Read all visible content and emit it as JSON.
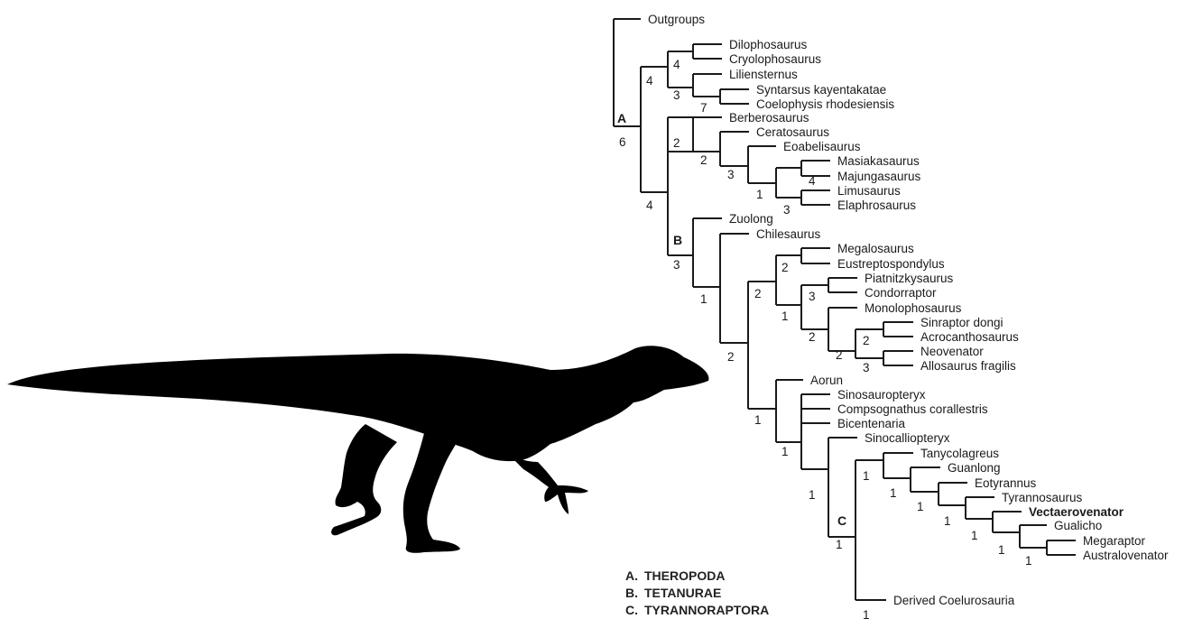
{
  "taxa": {
    "outgroups": "Outgroups",
    "dilophosaurus": "Dilophosaurus",
    "cryolophosaurus": "Cryolophosaurus",
    "liliensternus": "Liliensternus",
    "syntarsus": "Syntarsus kayentakatae",
    "coelophysis": "Coelophysis rhodesiensis",
    "berberosaurus": "Berberosaurus",
    "ceratosaurus": "Ceratosaurus",
    "eoabelisaurus": "Eoabelisaurus",
    "masiakasaurus": "Masiakasaurus",
    "majungasaurus": "Majungasaurus",
    "limusaurus": "Limusaurus",
    "elaphrosaurus": "Elaphrosaurus",
    "zuolong": "Zuolong",
    "chilesaurus": "Chilesaurus",
    "megalosaurus": "Megalosaurus",
    "eustreptospondylus": "Eustreptospondylus",
    "piatnitzkysaurus": "Piatnitzkysaurus",
    "condorraptor": "Condorraptor",
    "monolophosaurus": "Monolophosaurus",
    "sinraptor": "Sinraptor dongi",
    "acrocanthosaurus": "Acrocanthosaurus",
    "neovenator": "Neovenator",
    "allosaurus": "Allosaurus fragilis",
    "aorun": "Aorun",
    "sinosauropteryx": "Sinosauropteryx",
    "compsognathus": "Compsognathus corallestris",
    "bicentenaria": "Bicentenaria",
    "sinocalliopteryx": "Sinocalliopteryx",
    "tanycolagreus": "Tanycolagreus",
    "guanlong": "Guanlong",
    "eotyrannus": "Eotyrannus",
    "tyrannosaurus": "Tyrannosaurus",
    "vectaerovenator": "Vectaerovenator",
    "gualicho": "Gualicho",
    "megaraptor": "Megaraptor",
    "australovenator": "Australovenator",
    "derived_coelurosauria": "Derived Coelurosauria"
  },
  "support_values": {
    "theropoda": "6",
    "coelophysoidea": "4",
    "dilo_cryo": "4",
    "coelophysids": "3",
    "syn_coel": "7",
    "ceratosauria": "2",
    "cerat_clade": "2",
    "abelis_clade": "3",
    "masi_maj_lim": "1",
    "masi_maj": "4",
    "lim_ela": "3",
    "averostra": "4",
    "tetanurae": "3",
    "chile_clade": "1",
    "orionides": "2",
    "megalosauroidea": "2",
    "megalo": "2",
    "piat_condor": "3",
    "allosauroidea_outer": "1",
    "allosauroidea": "2",
    "allo_inner": "2",
    "sinraptorid": "2",
    "neo_allo": "3",
    "coelurosauria": "1",
    "sino_clade": "1",
    "bicent_clade": "1",
    "tyrannoraptora": "1",
    "tyranno_inner": "1",
    "guan_clade": "1",
    "eoty_clade": "1",
    "tyr_clade": "1",
    "vect_clade": "1",
    "gual_clade": "1",
    "megaraptora": "1",
    "derived": "1"
  },
  "nodes": {
    "a": "A",
    "b": "B",
    "c": "C"
  },
  "legend": [
    {
      "key": "A.",
      "name": "THEROPODA"
    },
    {
      "key": "B.",
      "name": "TETANURAE"
    },
    {
      "key": "C.",
      "name": "TYRANNORAPTORA"
    }
  ],
  "silhouette": {
    "fill": "#000000"
  }
}
